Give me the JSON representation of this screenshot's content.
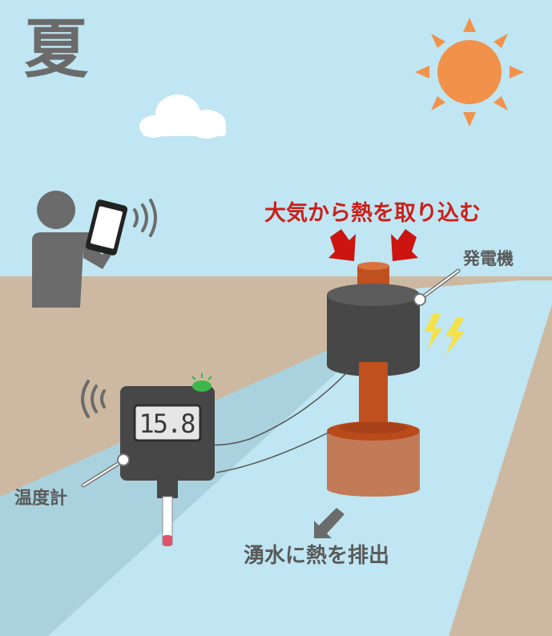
{
  "season_label": "夏",
  "intake_label": "大気から熱を取り込む",
  "generator_label": "発電機",
  "thermometer_label": "温度計",
  "discharge_label": "湧水に熱を排出",
  "temperature_reading": "15.8",
  "colors": {
    "sky": "#bfe6f2",
    "ground": "#cdb9a2",
    "water": "#bfe6f2",
    "water_shadow": "#9ccbd9",
    "sun": "#f2914a",
    "intake_arrow": "#cc1410",
    "generator_body": "#474747",
    "rod": "#c0501e",
    "person": "#6b6b6b",
    "lightning": "#f5e24a",
    "led": "#3cb84a"
  }
}
